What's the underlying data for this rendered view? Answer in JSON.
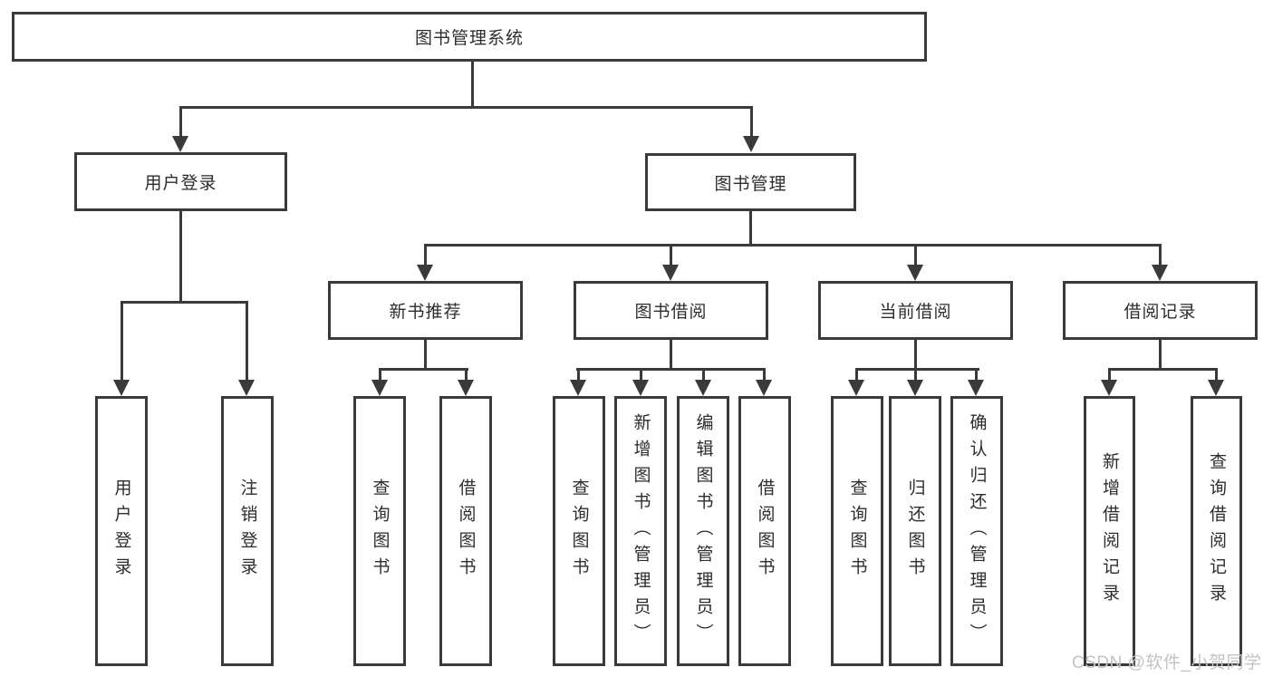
{
  "diagram": {
    "root_label": "图书管理系统",
    "branches": [
      {
        "label": "用户登录",
        "leaves": [
          "用户登录",
          "注销登录"
        ]
      },
      {
        "label": "图书管理",
        "groups": [
          {
            "label": "新书推荐",
            "leaves": [
              "查询图书",
              "借阅图书"
            ]
          },
          {
            "label": "图书借阅",
            "leaves": [
              "查询图书",
              "新增图书（管理员）",
              "编辑图书（管理员）",
              "借阅图书"
            ]
          },
          {
            "label": "当前借阅",
            "leaves": [
              "查询图书",
              "归还图书",
              "确认归还（管理员）"
            ]
          },
          {
            "label": "借阅记录",
            "leaves": [
              "新增借阅记录",
              "查询借阅记录"
            ]
          }
        ]
      }
    ]
  },
  "watermark": {
    "text": "CSDN @软件_小贺同学"
  },
  "colors": {
    "line": "#3a3a3a",
    "text": "#2d2d2d",
    "background": "#ffffff",
    "watermark": "#c3c3c3"
  }
}
